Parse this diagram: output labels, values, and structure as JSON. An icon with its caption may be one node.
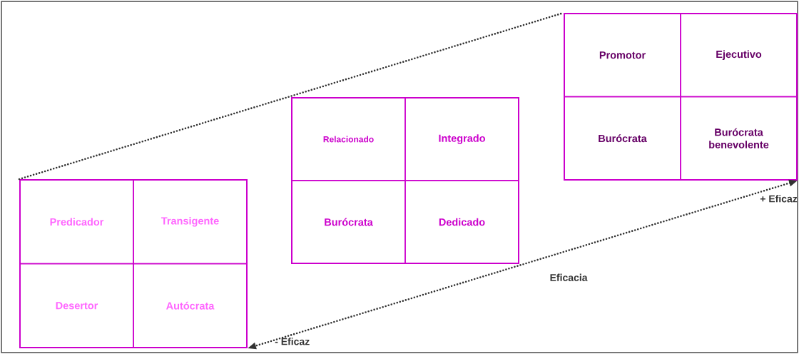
{
  "diagram": {
    "nodes": [
      {
        "text": [],
        "shape": "box"
      },
      {
        "text": [
          "Predicador"
        ],
        "in": 0
      },
      {
        "text": [
          "Transigente"
        ],
        "in": 0
      },
      {
        "text": [
          "Desertor"
        ],
        "in": 0
      },
      {
        "text": [
          "Autócrata"
        ],
        "in": 0
      },
      {
        "text": [],
        "shape": "box"
      },
      {
        "text": [
          "Relacionado"
        ],
        "in": 5
      },
      {
        "text": [
          "Integrado"
        ],
        "in": 5
      },
      {
        "text": [
          "Burócrata"
        ],
        "in": 5
      },
      {
        "text": [
          "Dedicado"
        ],
        "in": 5
      },
      {
        "text": [],
        "shape": "box"
      },
      {
        "text": [
          "Promotor"
        ],
        "in": 10
      },
      {
        "text": [
          "Ejecutivo"
        ],
        "in": 10
      },
      {
        "text": [
          "Burócrata"
        ],
        "in": 10
      },
      {
        "text": [
          "Burócrata benevolente"
        ],
        "in": 10
      }
    ],
    "edges": [
      {
        "from": 0,
        "to": 10,
        "arrow": "none"
      },
      {
        "from": 10,
        "to": 0,
        "arrow": "both",
        "label": "Eficacia"
      }
    ],
    "labels": [
      "+ Eficaz",
      "- Eficaz"
    ]
  }
}
